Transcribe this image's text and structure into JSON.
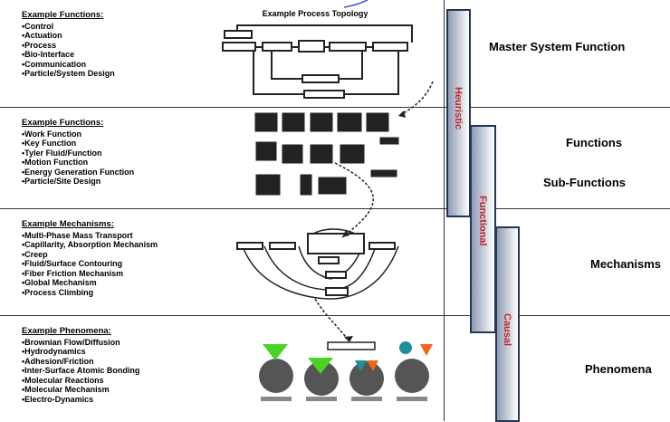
{
  "levels": [
    {
      "title": "Example Functions:",
      "items": [
        "Control",
        "Actuation",
        "Process",
        "Bio-Interface",
        "Communication",
        "Particle/System Design"
      ]
    },
    {
      "title": "Example Functions:",
      "items": [
        "Work Function",
        "Key Function",
        "Tyler Fluid/Function",
        "Motion Function",
        "Energy Generation Function",
        "Particle/Site Design"
      ]
    },
    {
      "title": "Example Mechanisms:",
      "items": [
        "Multi-Phase Mass Transport",
        "Capillarity, Absorption Mechanism",
        "Creep",
        "Fluid/Surface Contouring",
        "Fiber Friction Mechanism",
        "Global Mechanism",
        "Process Climbing"
      ]
    },
    {
      "title": "Example Phenomena:",
      "items": [
        "Brownian Flow/Diffusion",
        "Hydrodynamics",
        "Adhesion/Friction",
        "Inter-Surface Atomic Bonding",
        "Molecular Reactions",
        "Molecular Mechanism",
        "Electro-Dynamics"
      ]
    }
  ],
  "topology_title": "Example Process Topology",
  "right_labels": {
    "master": "Master System Function",
    "functions": "Functions",
    "subfunctions": "Sub-Functions",
    "mechanisms": "Mechanisms",
    "phenomena": "Phenomena"
  },
  "tiers": {
    "heuristic": "Heuristic",
    "functional": "Functional",
    "causal": "Causal"
  },
  "colors": {
    "tier_border": "#22365c",
    "tier_label": "#c2252c",
    "link_arrow": "#222222"
  }
}
